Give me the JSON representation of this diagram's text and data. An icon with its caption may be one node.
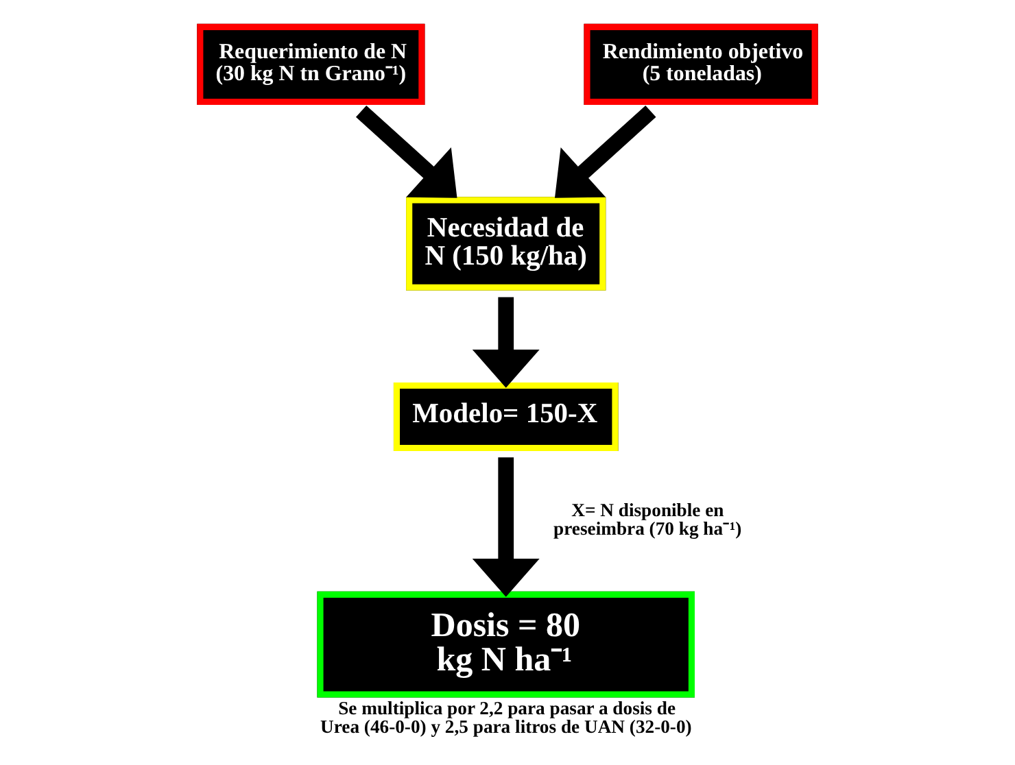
{
  "diagram": {
    "nodes": [
      {
        "text": [
          "Requerimiento de N (30 kg N tn Grano⁻¹)"
        ]
      },
      {
        "text": [
          "Rendimiento objetivo (5 toneladas)"
        ]
      },
      {
        "text": [
          "Necesidad de N (150 kg/ha)"
        ]
      },
      {
        "text": [
          "Modelo= 150-X"
        ]
      },
      {
        "text": [
          "Dosis = 80 kg N ha⁻¹"
        ],
        "beside": [
          "Se multiplica por 2,2 para pasar a dosis de Urea (46-0-0) y 2,5 para litros de UAN (32-0-0)"
        ]
      }
    ],
    "edges": [
      {
        "from": 0,
        "to": 2,
        "arrow": "to"
      },
      {
        "from": 1,
        "to": 2,
        "arrow": "to"
      },
      {
        "from": 2,
        "to": 3,
        "arrow": "to"
      },
      {
        "from": 3,
        "to": 4,
        "arrow": "to",
        "label": "X= N disponible en preseimbra (70 kg ha⁻¹)"
      }
    ]
  }
}
